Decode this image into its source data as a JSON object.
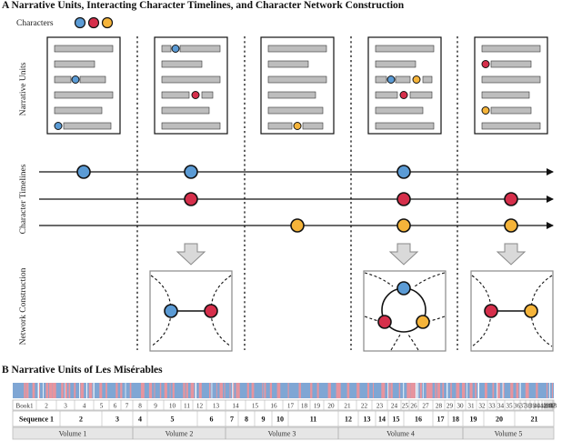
{
  "panelA": {
    "title": "A Narrative Units, Interacting Character Timelines, and Character Network Construction",
    "legend_label": "Characters",
    "row_labels": {
      "narrative": "Narrative Units",
      "timelines": "Character Timelines",
      "network": "Network Construction"
    }
  },
  "panelB": {
    "title": "B Narrative Units of Les Misérables",
    "books": [
      "Book1",
      "2",
      "3",
      "4",
      "5",
      "6",
      "7",
      "8",
      "9",
      "10",
      "11",
      "12",
      "13",
      "14",
      "15",
      "16",
      "17",
      "18",
      "19",
      "20",
      "21",
      "22",
      "23",
      "24",
      "25",
      "26",
      "27",
      "28",
      "29",
      "30",
      "31",
      "32",
      "33",
      "34",
      "35",
      "36",
      "37",
      "38",
      "39",
      "40",
      "41",
      "42",
      "43",
      "44",
      "45",
      "46",
      "47",
      "48"
    ],
    "sequences": [
      "Sequence 1",
      "2",
      "3",
      "4",
      "5",
      "6",
      "7",
      "8",
      "9",
      "10",
      "11",
      "12",
      "13",
      "14",
      "15",
      "16",
      "17",
      "18",
      "19",
      "20",
      "21"
    ],
    "volumes": [
      "Volume 1",
      "Volume 2",
      "Volume 3",
      "Volume 4",
      "Volume 5"
    ]
  },
  "colors": {
    "blue": "#5b9bd5",
    "red": "#d62f4b",
    "yellow": "#f5b43a",
    "bar_blue": "#7fa6d4",
    "bar_red": "#e7949e",
    "doc_line": "#bdbdbd"
  }
}
